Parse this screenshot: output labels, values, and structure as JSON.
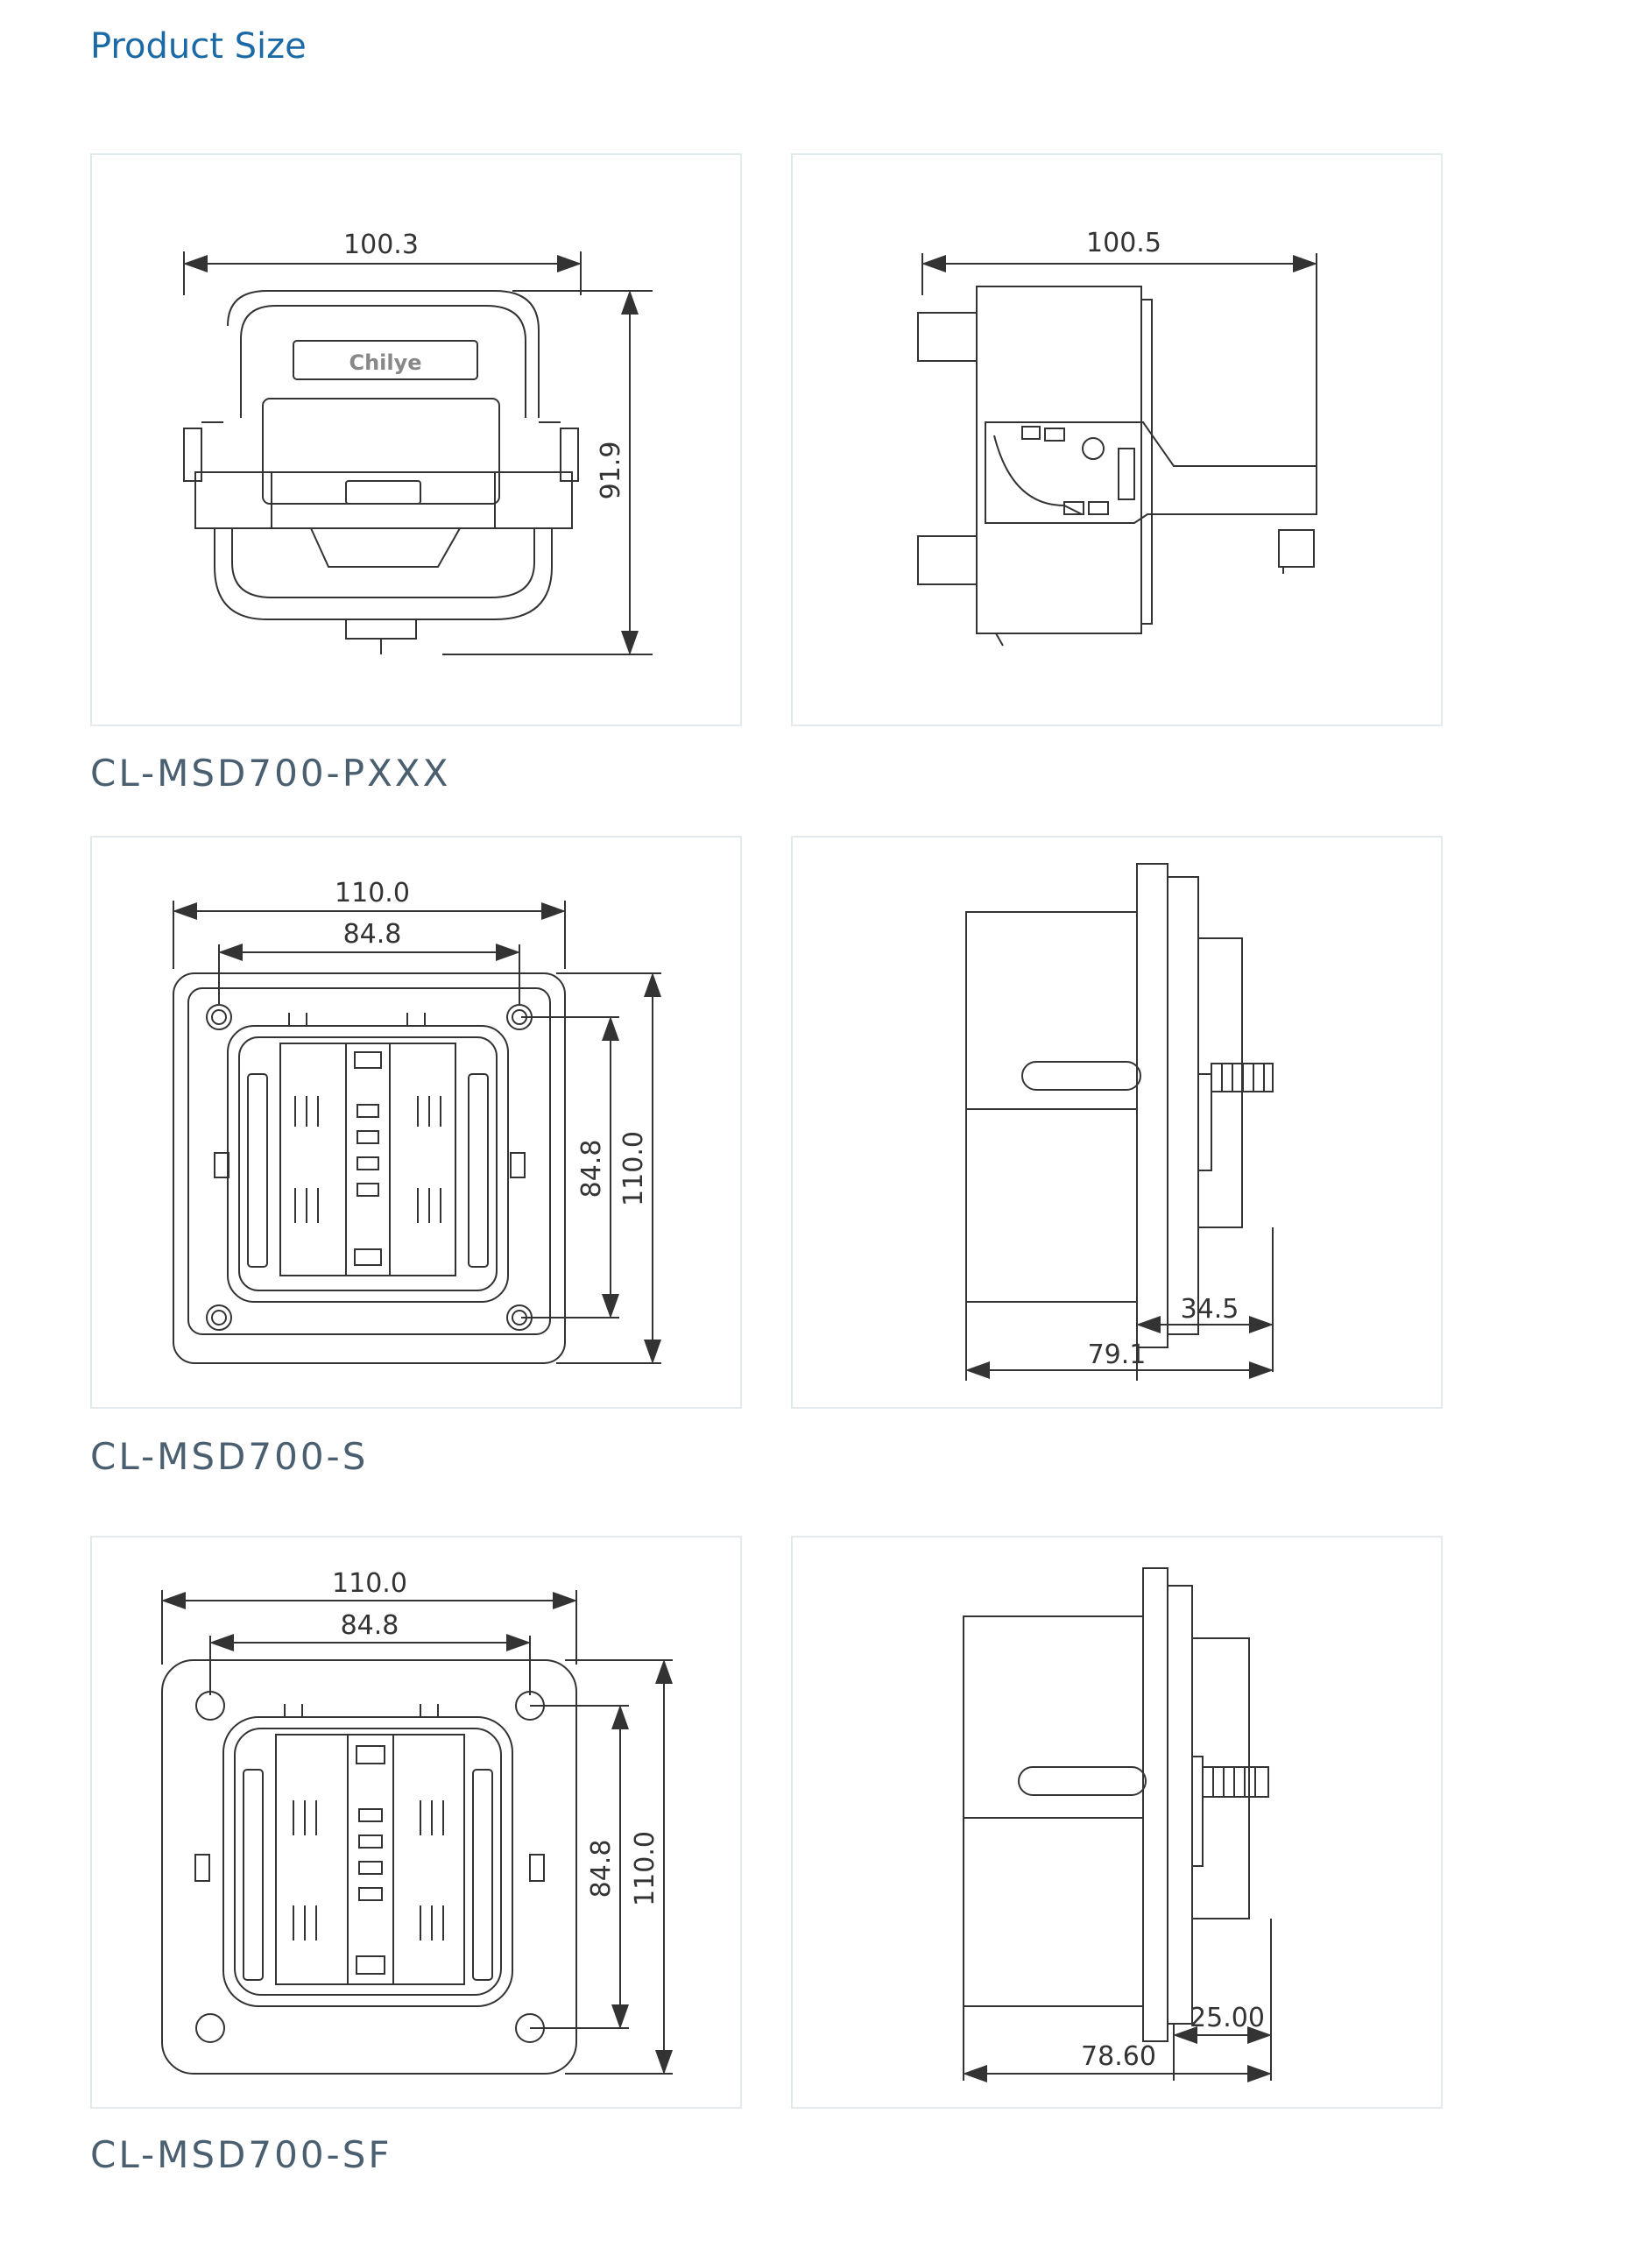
{
  "page": {
    "title": "Product Size"
  },
  "products": [
    {
      "model": "CL-MSD700-PXXX",
      "front": {
        "width_label": "100.3",
        "height_label": "91.9",
        "logo_text": "Chilye"
      },
      "side": {
        "width_label": "100.5"
      }
    },
    {
      "model": "CL-MSD700-S",
      "front": {
        "outer_width_label": "110.0",
        "inner_width_label": "84.8",
        "inner_height_label": "84.8",
        "outer_height_label": "110.0"
      },
      "side": {
        "short_label": "34.5",
        "long_label": "79.1"
      }
    },
    {
      "model": "CL-MSD700-SF",
      "front": {
        "outer_width_label": "110.0",
        "inner_width_label": "84.8",
        "inner_height_label": "84.8",
        "outer_height_label": "110.0"
      },
      "side": {
        "short_label": "25.00",
        "long_label": "78.60"
      }
    }
  ],
  "colors": {
    "title": "#1b6aa6",
    "model": "#4a5f70",
    "border": "#e3eaed",
    "line": "#333333"
  }
}
